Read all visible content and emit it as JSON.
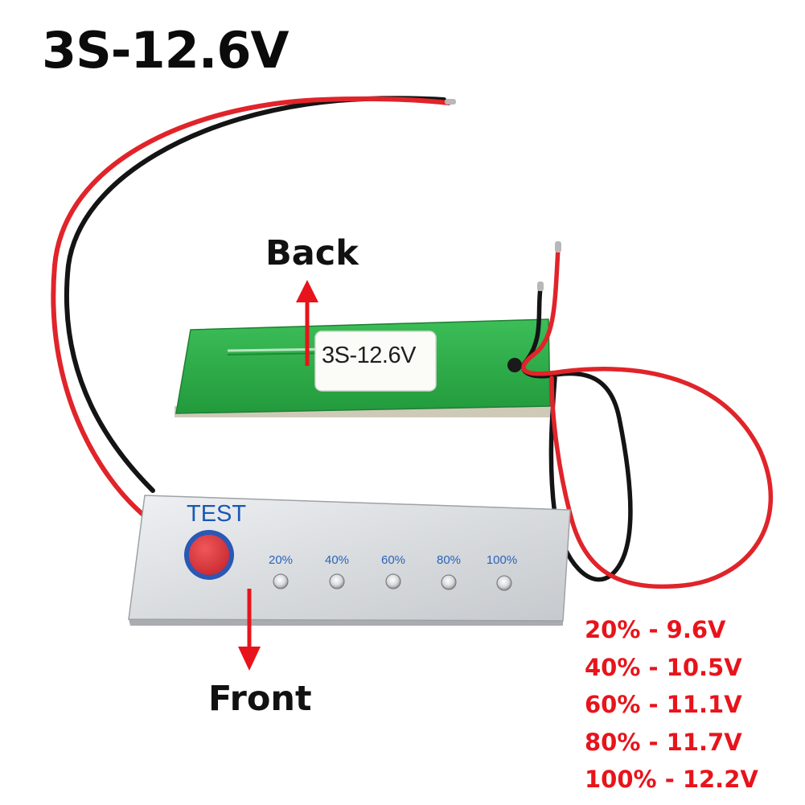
{
  "title": "3S-12.6V",
  "callouts": {
    "back": "Back",
    "front": "Front"
  },
  "board_back": {
    "sticker_text": "3S-12.6V"
  },
  "board_front": {
    "test_button_label": "TEST",
    "led_labels": [
      "20%",
      "40%",
      "60%",
      "80%",
      "100%"
    ]
  },
  "voltage_table": [
    "20% - 9.6V",
    "40% - 10.5V",
    "60% - 11.1V",
    "80% - 11.7V",
    "100% - 12.2V"
  ],
  "colors": {
    "pcb_green": "#2fae4a",
    "wire_red": "#e0242a",
    "wire_black": "#141414",
    "callout_arrow": "#e8141b",
    "voltage_text": "#e8141b",
    "label_blue": "#1a57b8",
    "test_button_red": "#e03a3f"
  },
  "icons": [
    "up-arrow-icon",
    "down-arrow-icon",
    "test-button-icon",
    "led-indicator-icon"
  ]
}
